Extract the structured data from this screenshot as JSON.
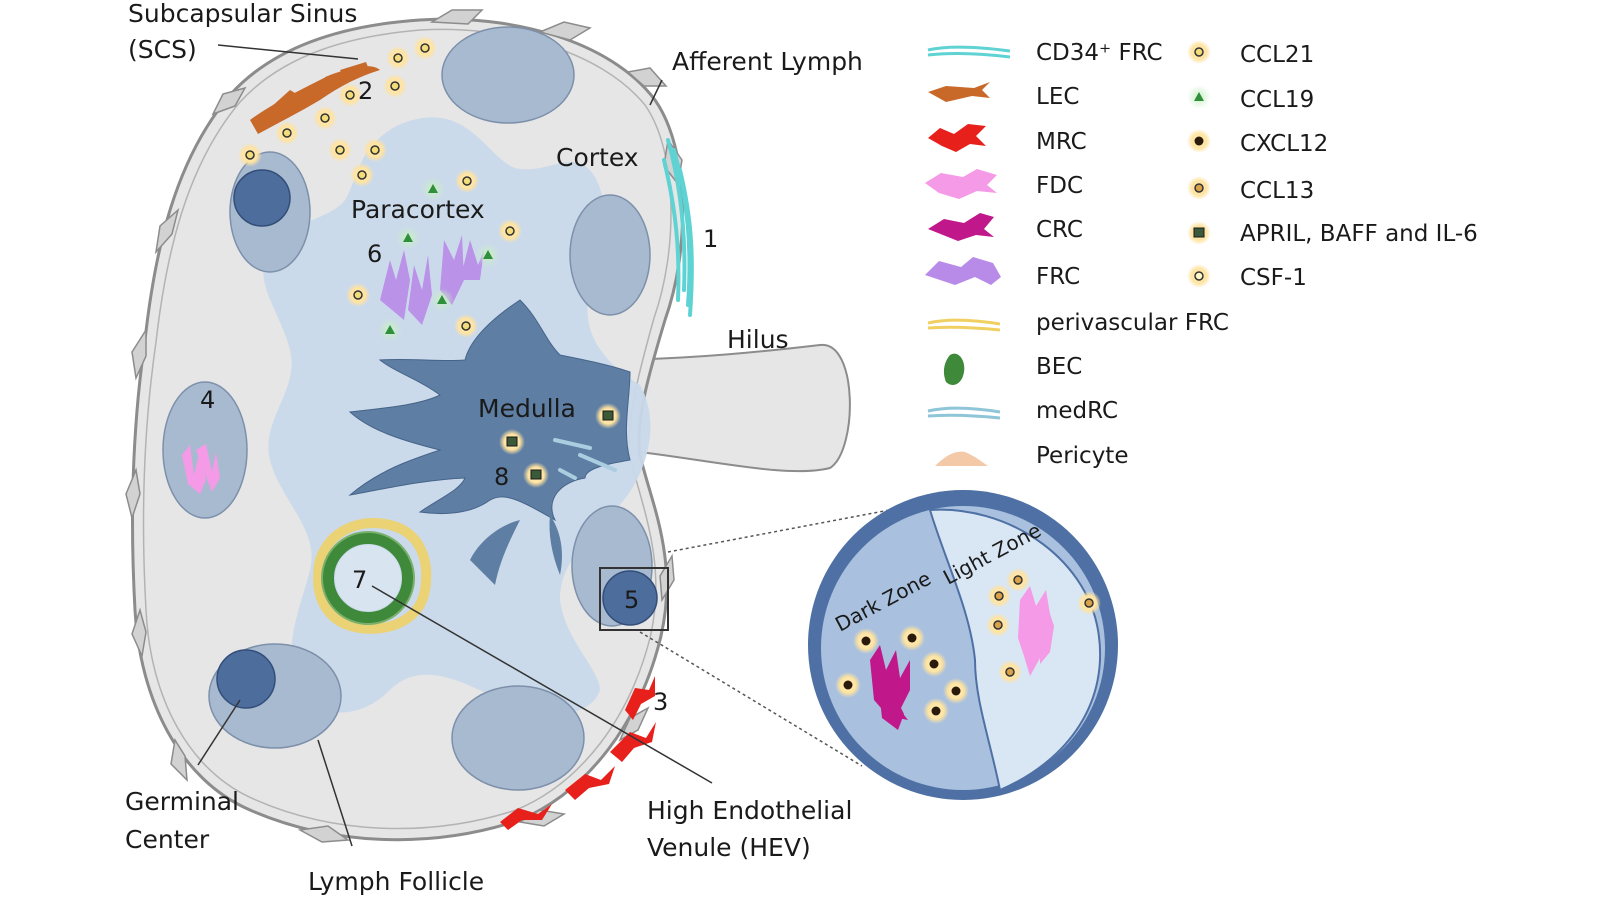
{
  "labels": {
    "scs_line1": "Subcapsular Sinus",
    "scs_line2": "(SCS)",
    "afferent": "Afferent Lymph",
    "cortex": "Cortex",
    "paracortex": "Paracortex",
    "hilus": "Hilus",
    "medulla": "Medulla",
    "germinal_line1": "Germinal",
    "germinal_line2": "Center",
    "follicle": "Lymph Follicle",
    "hev_line1": "High Endothelial",
    "hev_line2": "Venule (HEV)",
    "dark_zone": "Dark Zone",
    "light_zone": "Light Zone"
  },
  "numbers": [
    "1",
    "2",
    "3",
    "4",
    "5",
    "6",
    "7",
    "8"
  ],
  "cell_legend": [
    {
      "label": "CD34⁺ FRC",
      "icon": "cd34-frc-icon",
      "color": "#5fd3d3"
    },
    {
      "label": "LEC",
      "icon": "lec-icon",
      "color": "#c8692a"
    },
    {
      "label": "MRC",
      "icon": "mrc-icon",
      "color": "#e8201c"
    },
    {
      "label": "FDC",
      "icon": "fdc-icon",
      "color": "#f49ae6"
    },
    {
      "label": "CRC",
      "icon": "crc-icon",
      "color": "#c0178a"
    },
    {
      "label": "FRC",
      "icon": "frc-icon",
      "color": "#b98be8"
    },
    {
      "label": "perivascular FRC",
      "icon": "perivascular-frc-icon",
      "color": "#f0d060"
    },
    {
      "label": "BEC",
      "icon": "bec-icon",
      "color": "#3e8a3a"
    },
    {
      "label": "medRC",
      "icon": "medrc-icon",
      "color": "#8ec5d8"
    },
    {
      "label": "Pericyte",
      "icon": "pericyte-icon",
      "color": "#f3c9a8"
    }
  ],
  "chemokine_legend": [
    {
      "label": "CCL21",
      "icon": "ccl21-icon"
    },
    {
      "label": "CCL19",
      "icon": "ccl19-icon"
    },
    {
      "label": "CXCL12",
      "icon": "cxcl12-icon"
    },
    {
      "label": "CCL13",
      "icon": "ccl13-icon"
    },
    {
      "label": "APRIL, BAFF and IL-6",
      "icon": "april-baff-il6-icon"
    },
    {
      "label": "CSF-1",
      "icon": "csf1-icon"
    }
  ],
  "colors": {
    "capsule": "#e6e6e6",
    "capsule_stroke": "#8c8c8c",
    "cortex_blue": "#c9d9ea",
    "medulla": "#5e7ea3",
    "follicle": "#a8bad0",
    "germinal": "#4d6d9c",
    "zoom_outer": "#4e70a4",
    "dark_zone": "#a9c1de",
    "light_zone": "#d9e6f3"
  }
}
